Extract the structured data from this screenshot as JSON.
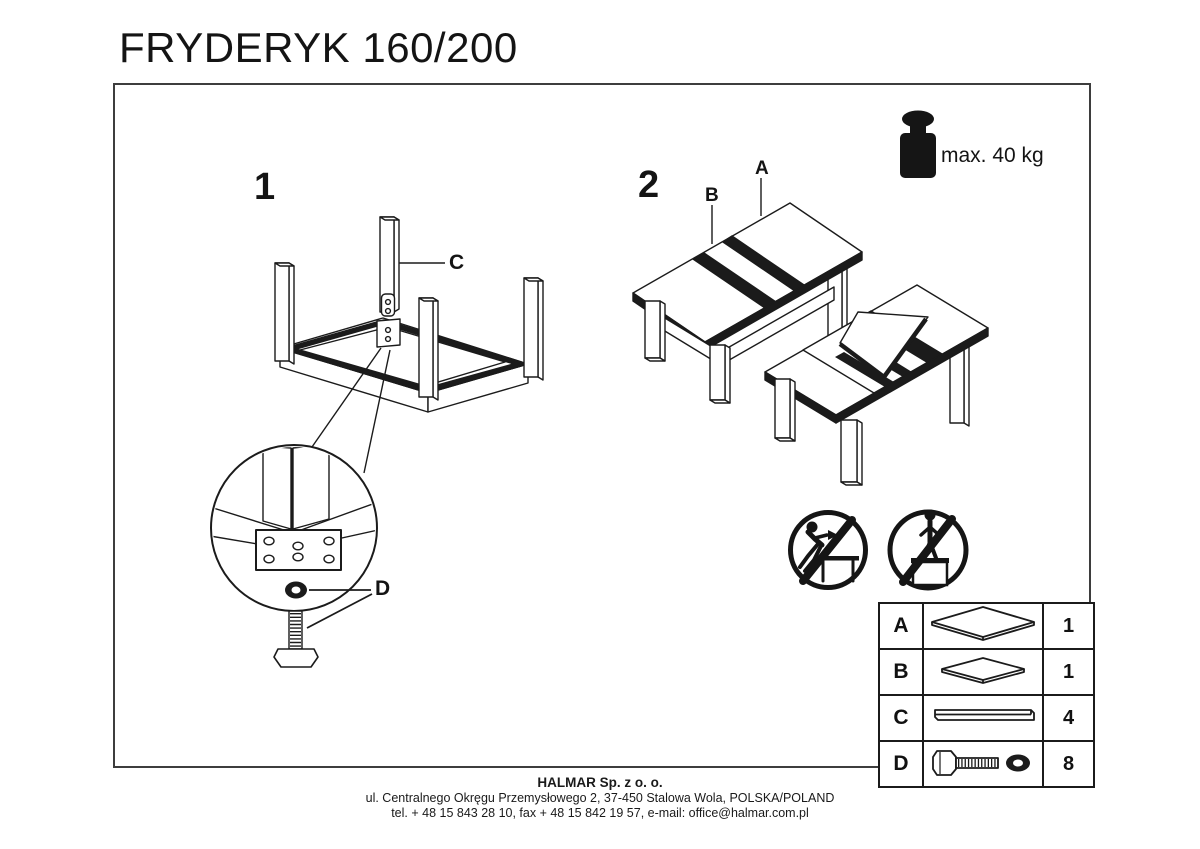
{
  "title": "FRYDERYK 160/200",
  "steps": {
    "step1": "1",
    "step2": "2"
  },
  "part_labels": {
    "a": "A",
    "b": "B",
    "c": "C",
    "d": "D"
  },
  "weight_limit": "max. 40 kg",
  "icons": {
    "weight": "weight-icon",
    "no_climbing": "no-climbing-on-table-icon",
    "no_standing": "no-standing-on-table-icon"
  },
  "parts_table": {
    "rows": [
      {
        "letter": "A",
        "part": "table-top-panel",
        "qty": "1"
      },
      {
        "letter": "B",
        "part": "extension-leaf-panel",
        "qty": "1"
      },
      {
        "letter": "C",
        "part": "table-leg",
        "qty": "4"
      },
      {
        "letter": "D",
        "part": "bolt-and-washer",
        "qty": "8"
      }
    ]
  },
  "footer": {
    "company": "HALMAR Sp. z o. o.",
    "address": "ul. Centralnego Okręgu Przemysłowego 2, 37-450 Stalowa Wola, POLSKA/POLAND",
    "contact": "tel. + 48 15 843 28 10, fax + 48 15 842 19 57, e-mail: office@halmar.com.pl"
  }
}
